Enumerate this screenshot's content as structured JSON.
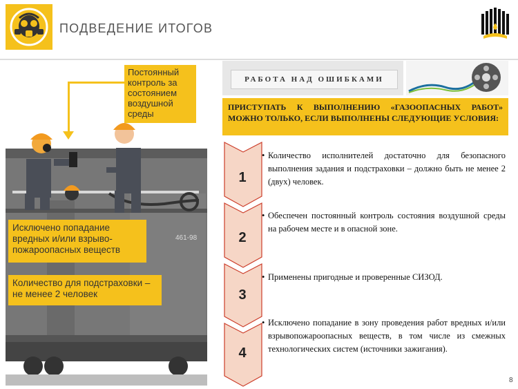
{
  "header": {
    "title": "ПОДВЕДЕНИЕ  ИТОГОВ"
  },
  "scene": {
    "control_callout": "Постоянный контроль за состоянием воздушной среды",
    "label_excluded": "Исключено попадание вредных и/или взрыво-пожароопасных веществ",
    "label_backup": "Количество для подстраховки – не менее 2 человек",
    "tank_number": "461-98"
  },
  "errors_panel": {
    "label": "РАБОТА НАД ОШИБКАМИ"
  },
  "conditions_header": "ПРИСТУПАТЬ К ВЫПОЛНЕНИЮ «ГАЗООПАСНЫХ РАБОТ» МОЖНО ТОЛЬКО, ЕСЛИ ВЫПОЛНЕНЫ СЛЕДУЮЩИЕ УСЛОВИЯ:",
  "steps": [
    {
      "num": "1",
      "text": "Количество исполнителей достаточно для безопасного выполнения задания и подстраховки – должно быть не менее 2 (двух) человек."
    },
    {
      "num": "2",
      "text": "Обеспечен постоянный контроль состояния воздушной среды на рабочем месте и в опасной зоне."
    },
    {
      "num": "3",
      "text": "Применены пригодные и проверенные СИЗОД."
    },
    {
      "num": "4",
      "text": "Исключено попадание в зону проведения работ вредных и/или взрывопожароопасных веществ, в том числе из смежных технологических систем (источники зажигания)."
    }
  ],
  "page_number": "8",
  "colors": {
    "accent": "#f5c11c",
    "chevron": "#f6d6c6",
    "chevron_border": "#cc3d2a",
    "tank": "#6e6e6e"
  },
  "icons": {
    "logo": "gas-mask-icon",
    "brand": "rosneft-logo",
    "film": "film-reel-icon"
  }
}
